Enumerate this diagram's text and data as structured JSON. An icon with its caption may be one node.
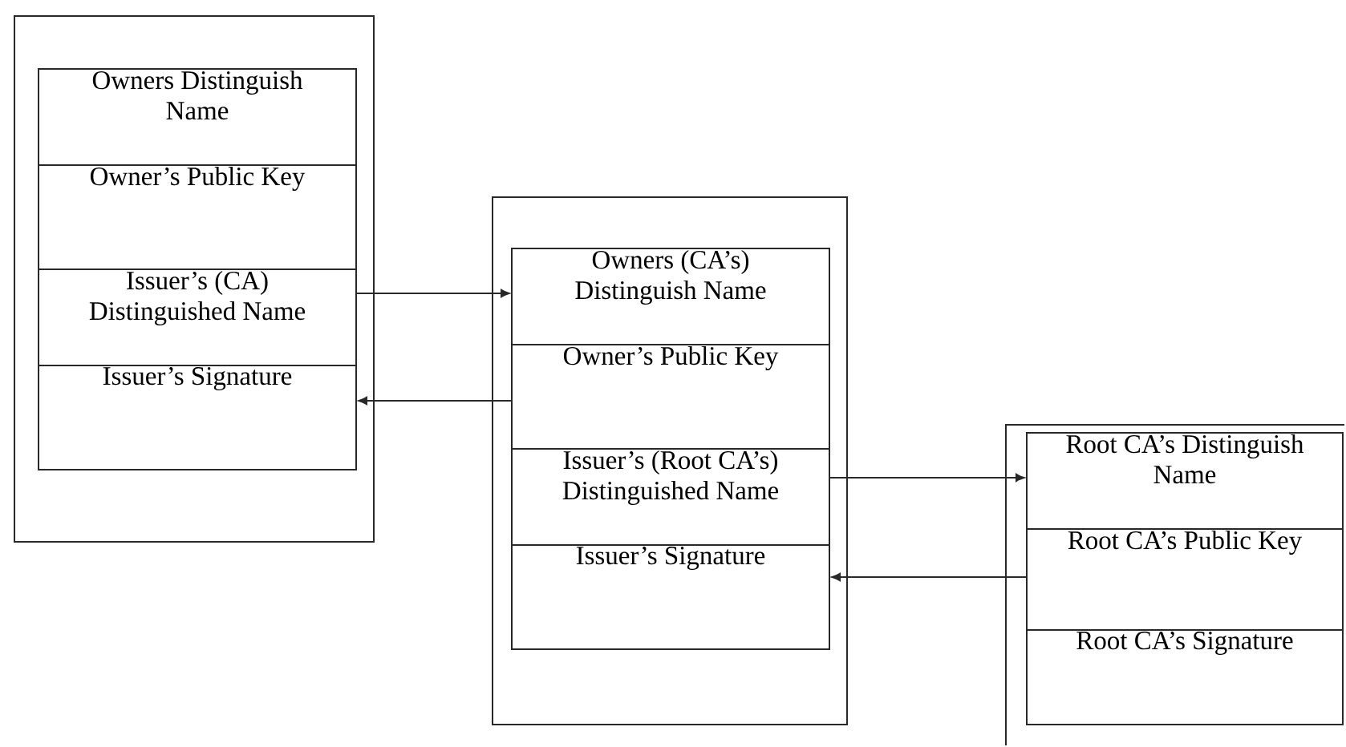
{
  "diagram": {
    "nodes": [
      {
        "text": [],
        "shape": "box"
      },
      {
        "text": [
          "Owners Distinguish Name"
        ],
        "in": 0
      },
      {
        "text": [
          "Owner’s Public Key"
        ],
        "in": 0
      },
      {
        "text": [
          "Issuer’s (CA) Distinguished Name"
        ],
        "in": 0
      },
      {
        "text": [
          "Issuer’s Signature"
        ],
        "in": 0
      },
      {
        "text": [],
        "shape": "box"
      },
      {
        "text": [
          "Owners (CA’s) Distinguish Name"
        ],
        "in": 5
      },
      {
        "text": [
          "Owner’s Public Key"
        ],
        "in": 5
      },
      {
        "text": [
          "Issuer’s (Root CA’s) Distinguished Name"
        ],
        "in": 5
      },
      {
        "text": [
          "Issuer’s Signature"
        ],
        "in": 5
      },
      {
        "text": [],
        "shape": "box"
      },
      {
        "text": [
          "Root CA’s Distinguish Name"
        ],
        "in": 10
      },
      {
        "text": [
          "Root CA’s Public Key"
        ],
        "in": 10
      },
      {
        "text": [
          "Root CA’s Signature"
        ],
        "in": 10
      }
    ],
    "edges": [
      {
        "from": 3,
        "to": 6,
        "arrow": "to"
      },
      {
        "from": 7,
        "to": 4,
        "arrow": "to"
      },
      {
        "from": 8,
        "to": 11,
        "arrow": "to"
      },
      {
        "from": 12,
        "to": 9,
        "arrow": "to"
      }
    ]
  }
}
